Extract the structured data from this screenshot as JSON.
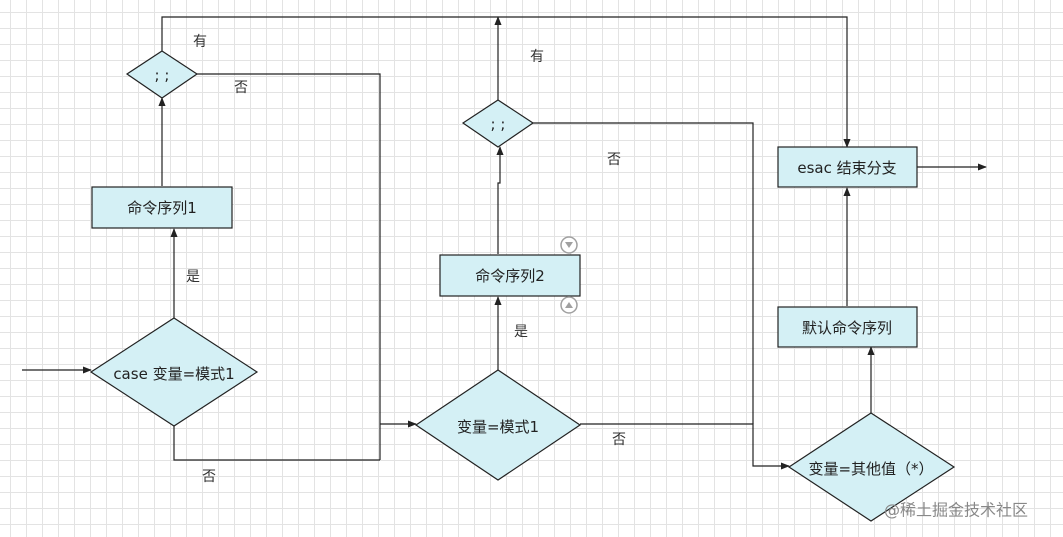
{
  "nodes": {
    "sep1": ";  ;",
    "cmd1": "命令序列1",
    "case": "case 变量=模式1",
    "sep2": ";  ;",
    "cmd2": "命令序列2",
    "match2": "变量=模式1",
    "esac": "esac 结束分支",
    "default_cmds": "默认命令序列",
    "other": "变量=其他值（*）"
  },
  "labels": {
    "you1": "有",
    "fou1": "否",
    "shi1": "是",
    "fou_bottom": "否",
    "you2": "有",
    "fou2": "否",
    "shi2": "是",
    "fou3": "否"
  },
  "watermark": "@稀土掘金技术社区",
  "colors": {
    "node_fill": "#d4f0f5",
    "stroke": "#222222",
    "grid": "#e3e3e3",
    "handle": "#a0a0a0"
  },
  "icons": {
    "handle_top": "arrow-down-circle-icon",
    "handle_bottom": "arrow-up-circle-icon"
  }
}
